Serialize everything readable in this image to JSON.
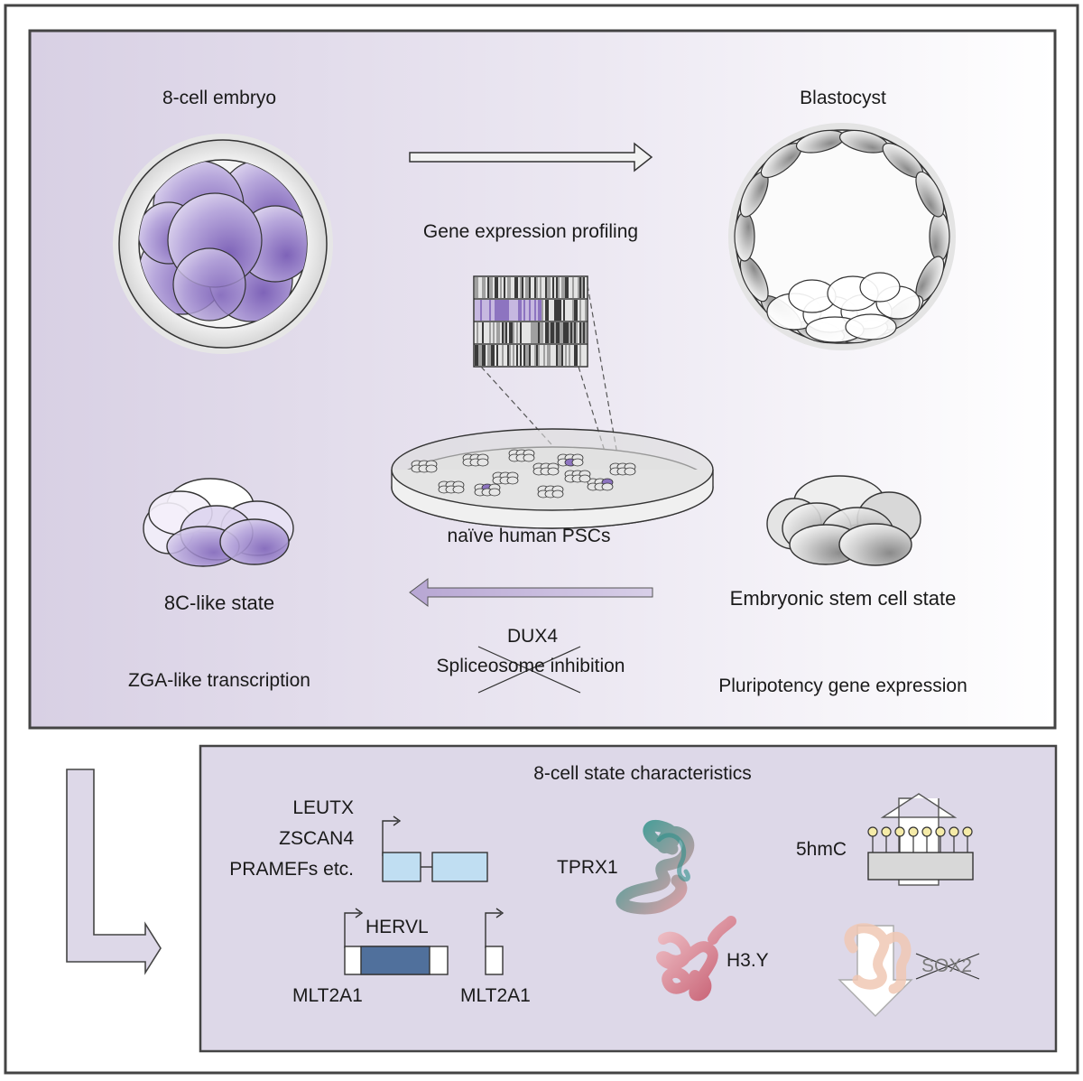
{
  "top_panel": {
    "embryo_title": "8-cell embryo",
    "blastocyst_title": "Blastocyst",
    "profiling_label": "Gene expression profiling",
    "psc_label": "naïve human PSCs",
    "eightc_state": "8C-like state",
    "esc_state": "Embryonic stem cell state",
    "dux4": "DUX4",
    "spliceosome": "Spliceosome inhibition",
    "zga": "ZGA-like transcription",
    "pluripotency": "Pluripotency gene expression"
  },
  "bottom_panel": {
    "title": "8-cell state characteristics",
    "genes": [
      "LEUTX",
      "ZSCAN4",
      "PRAMEFs etc."
    ],
    "hervl": "HERVL",
    "mlt2a1_left": "MLT2A1",
    "mlt2a1_right": "MLT2A1",
    "tprx1": "TPRX1",
    "h3y": "H3.Y",
    "hmc": "5hmC",
    "sox2": "SOX2"
  },
  "colors": {
    "purple_panel": "#ddd8e8",
    "purple_cell": "#8d74c0",
    "light_blue": "#c0def2",
    "dark_blue": "#50709c",
    "teal": "#4fb5ad",
    "pink": "#d67a88",
    "lollipop_yellow": "#f5eba8"
  }
}
